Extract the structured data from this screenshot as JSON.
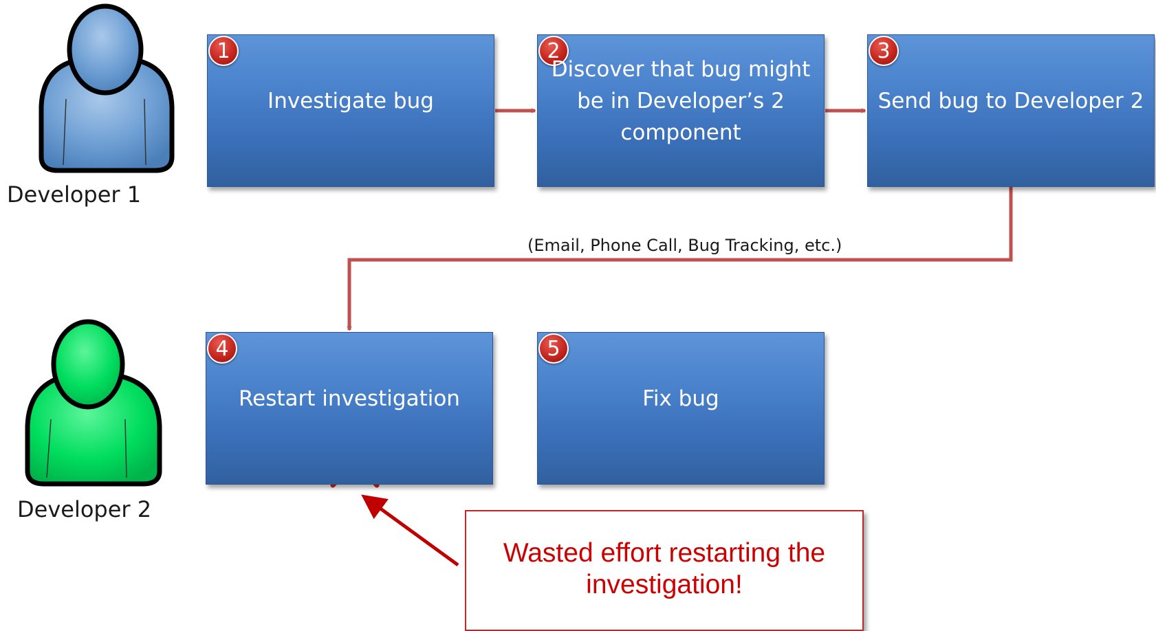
{
  "actors": [
    {
      "label": "Developer 1",
      "color": "#5b8fc7"
    },
    {
      "label": "Developer 2",
      "color": "#00d45a"
    }
  ],
  "steps": [
    {
      "number": "1",
      "label": "Investigate bug",
      "actor": "Developer 1"
    },
    {
      "number": "2",
      "label": "Discover that bug might be in Developer’s 2 component",
      "actor": "Developer 1"
    },
    {
      "number": "3",
      "label": "Send bug to Developer 2",
      "actor": "Developer 1"
    },
    {
      "number": "4",
      "label": "Restart investigation",
      "actor": "Developer 2"
    },
    {
      "number": "5",
      "label": "Fix bug",
      "actor": "Developer 2"
    }
  ],
  "connections": [
    {
      "from": "1",
      "to": "2"
    },
    {
      "from": "2",
      "to": "3"
    },
    {
      "from": "3",
      "to": "4",
      "label": "(Email, Phone Call, Bug Tracking, etc.)"
    }
  ],
  "callout": {
    "text": "Wasted effort restarting the investigation!",
    "target": "4"
  },
  "colors": {
    "box": "#4a82cc",
    "badge": "#c5271f",
    "connector": "#c0504d",
    "callout_text": "#cc0000",
    "callout_arrow": "#c00000",
    "cross": "#d42020"
  }
}
